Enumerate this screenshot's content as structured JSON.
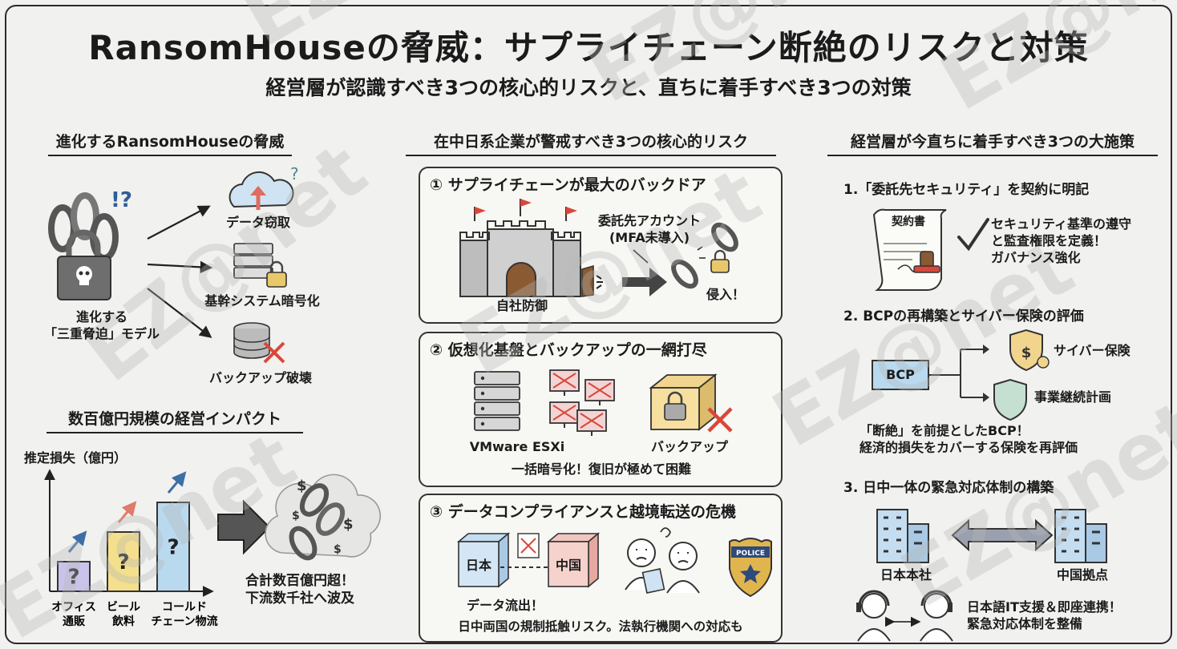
{
  "title": "RansomHouseの脅威：サプライチェーン断絶のリスクと対策",
  "subtitle": "経営層が認識すべき3つの核心的リスクと、直ちに着手すべき3つの対策",
  "watermark": "EZ@net",
  "left": {
    "threat_header": "進化するRansomHouseの脅威",
    "punct": "!?",
    "model_label_1": "進化する",
    "model_label_2": "「三重脅迫」モデル",
    "items": [
      "データ窃取",
      "基幹システム暗号化",
      "バックアップ破壊"
    ],
    "impact_header": "数百億円規模の経営インパクト",
    "impact_label_1": "合計数百億円超！",
    "impact_label_2": "下流数千社へ波及"
  },
  "chart_data": {
    "type": "bar",
    "ylabel": "推定損失（億円）",
    "categories": [
      "オフィス通販",
      "ビール飲料",
      "コールドチェーン物流"
    ],
    "category_lines": [
      [
        "オフィス",
        "通販"
      ],
      [
        "ビール",
        "飲料"
      ],
      [
        "コールド",
        "チェーン物流"
      ]
    ],
    "bar_labels": [
      "?",
      "?",
      "?"
    ],
    "values": [
      1,
      2,
      3
    ],
    "ylim": [
      0,
      4
    ],
    "colors": [
      "#c9c3ea",
      "#f4df8c",
      "#b9d9ef"
    ]
  },
  "middle": {
    "header": "在中日系企業が警戒すべき3つの核心的リスク",
    "risk1": {
      "title": "① サプライチェーンが最大のバックドア",
      "account_1": "委託先アカウント",
      "account_2": "(MFA未導入)",
      "castle_label": "自社防御",
      "intrusion_label": "侵入！"
    },
    "risk2": {
      "title": "② 仮想化基盤とバックアップの一網打尽",
      "server_label": "VMware ESXi",
      "backup_label": "バックアップ",
      "caption": "一括暗号化！復旧が極めて困難"
    },
    "risk3": {
      "title": "③ データコンプライアンスと越境転送の危機",
      "japan": "日本",
      "china": "中国",
      "police": "POLICE",
      "caption_1": "データ流出！",
      "caption_2": "日中両国の規制抵触リスク。法執行機関への対応も"
    }
  },
  "right": {
    "header": "経営層が今直ちに着手すべき3つの大施策",
    "m1": {
      "title": "1.「委託先セキュリティ」を契約に明記",
      "doc": "契約書",
      "text_1": "セキュリティ基準の遵守",
      "text_2": "と監査権限を定義！",
      "text_3": "ガバナンス強化"
    },
    "m2": {
      "title": "2. BCPの再構築とサイバー保険の評価",
      "bcp": "BCP",
      "insurance": "サイバー保険",
      "continuity": "事業継続計画",
      "text_1": "「断絶」を前提としたBCP！",
      "text_2": "経済的損失をカバーする保険を再評価"
    },
    "m3": {
      "title": "3. 日中一体の緊急対応体制の構築",
      "hq": "日本本社",
      "base": "中国拠点",
      "text_1": "日本語IT支援＆即座連携！",
      "text_2": "緊急対応体制を整備"
    }
  }
}
